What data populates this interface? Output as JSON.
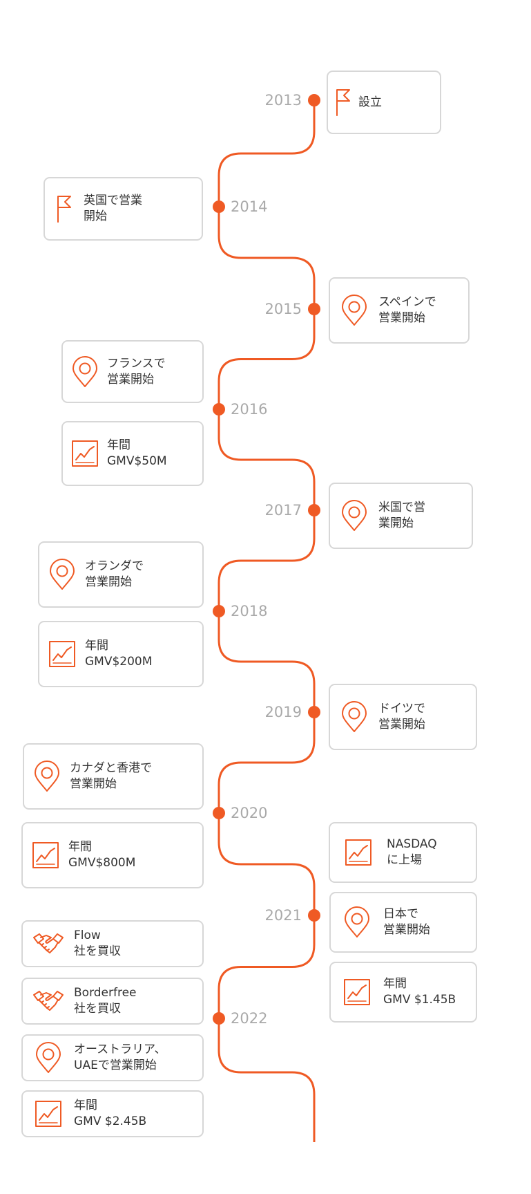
{
  "colors": {
    "accent": "#ef5a24",
    "year_text": "#a9a9a9",
    "card_border": "#d7d7d7",
    "label_text": "#333333"
  },
  "years": [
    "2013",
    "2014",
    "2015",
    "2016",
    "2017",
    "2018",
    "2019",
    "2020",
    "2021",
    "2022"
  ],
  "events": [
    {
      "year": "2013",
      "icon": "flag-icon",
      "label": "設立"
    },
    {
      "year": "2014",
      "icon": "flag-icon",
      "label": "英国で営業\n開始"
    },
    {
      "year": "2015",
      "icon": "location-pin-icon",
      "label": "スペインで\n営業開始"
    },
    {
      "year": "2016",
      "icon": "location-pin-icon",
      "label": "フランスで\n営業開始"
    },
    {
      "year": "2016",
      "icon": "trend-chart-icon",
      "label": "年間\nGMV$50M"
    },
    {
      "year": "2017",
      "icon": "location-pin-icon",
      "label": "米国で営\n業開始"
    },
    {
      "year": "2018",
      "icon": "location-pin-icon",
      "label": "オランダで\n営業開始"
    },
    {
      "year": "2018",
      "icon": "trend-chart-icon",
      "label": "年間\nGMV$200M"
    },
    {
      "year": "2019",
      "icon": "location-pin-icon",
      "label": "ドイツで\n営業開始"
    },
    {
      "year": "2020",
      "icon": "location-pin-icon",
      "label": "カナダと香港で\n営業開始"
    },
    {
      "year": "2020",
      "icon": "trend-chart-icon",
      "label": "年間\nGMV$800M"
    },
    {
      "year": "2021",
      "icon": "trend-chart-icon",
      "label": "NASDAQ\nに上場"
    },
    {
      "year": "2021",
      "icon": "location-pin-icon",
      "label": "日本で\n営業開始"
    },
    {
      "year": "2021",
      "icon": "trend-chart-icon",
      "label": "年間\nGMV $1.45B"
    },
    {
      "year": "2022",
      "icon": "handshake-icon",
      "label": "Flow\n社を買収"
    },
    {
      "year": "2022",
      "icon": "handshake-icon",
      "label": "Borderfree\n社を買収"
    },
    {
      "year": "2022",
      "icon": "location-pin-icon",
      "label": "オーストラリア、\nUAEで営業開始"
    },
    {
      "year": "2022",
      "icon": "trend-chart-icon",
      "label": "年間\nGMV $2.45B"
    }
  ]
}
